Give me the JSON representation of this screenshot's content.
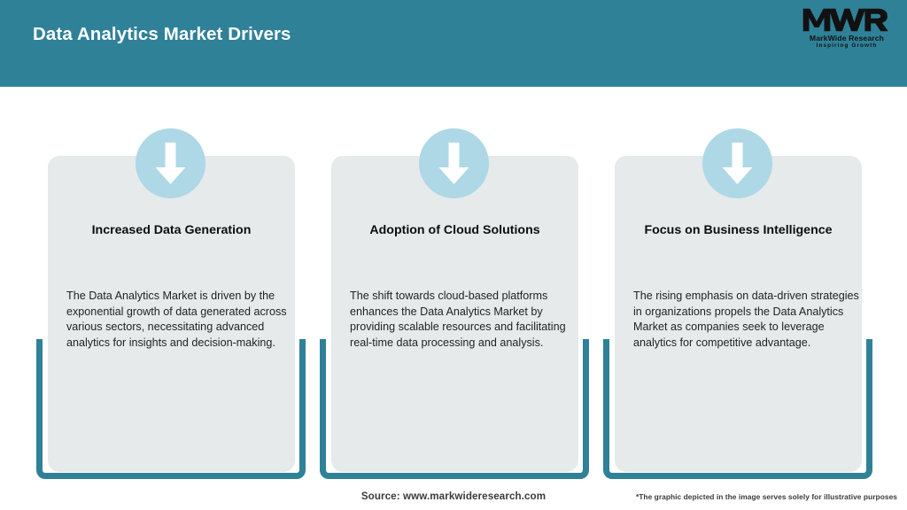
{
  "header": {
    "title": "Data Analytics Market Drivers",
    "background_color": "#2f8198",
    "title_color": "#ffffff"
  },
  "logo": {
    "mark": "MWR",
    "name": "MarkWide Research",
    "tagline": "Inspiring Growth",
    "color": "#111111"
  },
  "theme": {
    "accent_teal": "#2f8198",
    "panel_gray": "#e6eaeb",
    "icon_circle_blue": "#aed8e6",
    "arrow_white": "#ffffff",
    "body_text": "#232323",
    "title_text": "#0d0d0d"
  },
  "cards": [
    {
      "icon": "arrow-down-icon",
      "title": "Increased Data Generation",
      "body": "The Data Analytics Market is driven by the exponential growth of data generated across various sectors, necessitating advanced analytics for insights and decision-making."
    },
    {
      "icon": "arrow-down-icon",
      "title": "Adoption of Cloud Solutions",
      "body": "The shift towards cloud-based platforms enhances the Data Analytics Market by providing scalable resources and facilitating real-time data processing and analysis."
    },
    {
      "icon": "arrow-down-icon",
      "title": "Focus on Business Intelligence",
      "body": "The rising emphasis on data-driven strategies in organizations propels the Data Analytics Market as companies seek to leverage analytics for competitive advantage."
    }
  ],
  "footer": {
    "source": "Source: www.markwideresearch.com",
    "disclaimer": "*The graphic depicted in the image serves solely for illustrative purposes"
  }
}
